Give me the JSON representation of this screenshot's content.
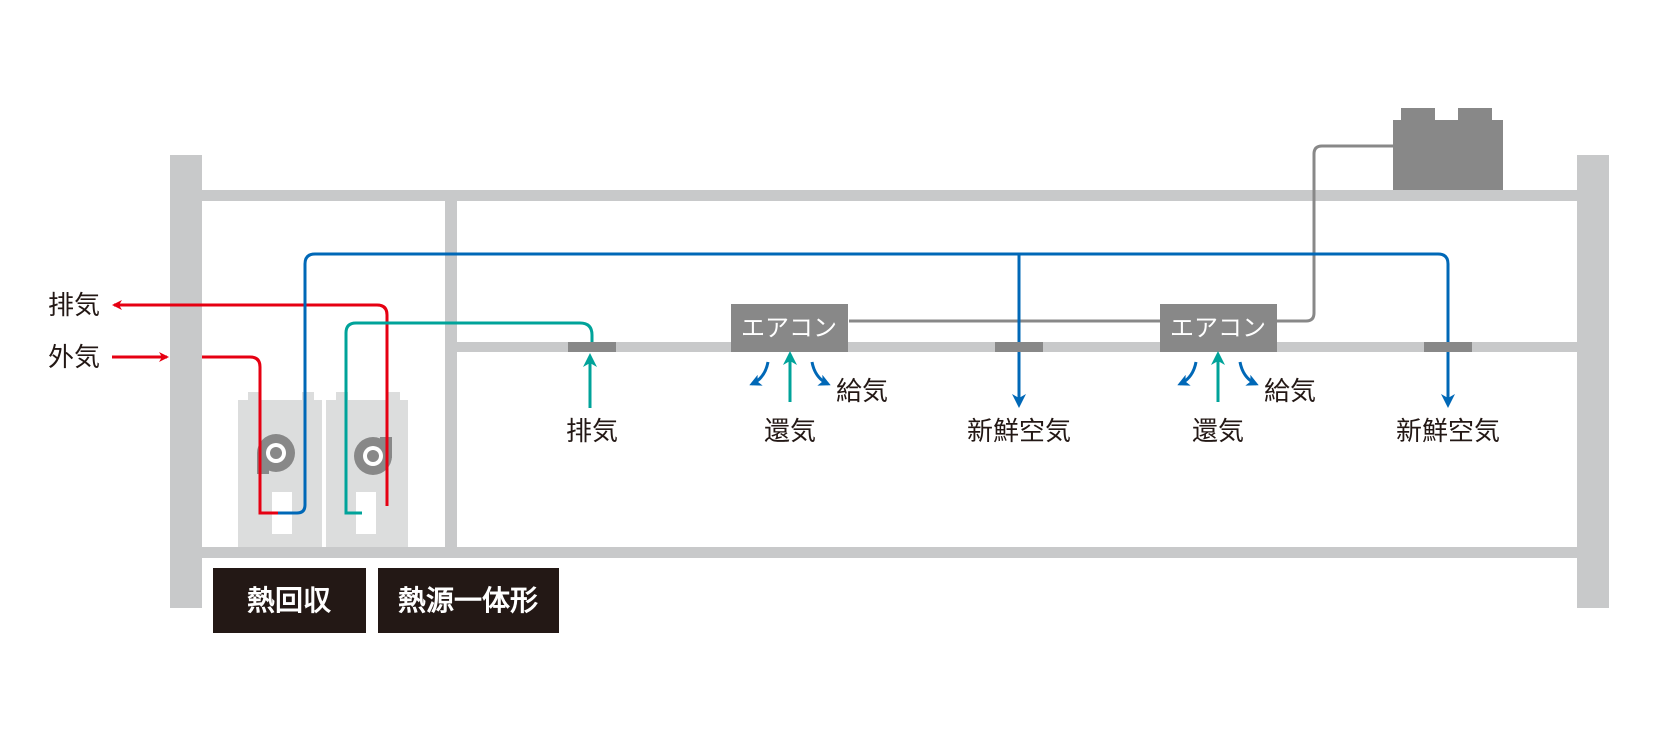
{
  "colors": {
    "structure": "#c8c9ca",
    "equipment": "#888888",
    "unit_box": "#dcdddd",
    "exhaust": "#e60012",
    "return": "#00a39a",
    "fresh": "#0068b7",
    "tag_bg": "#231815",
    "text": "#231815"
  },
  "labels": {
    "exhaust_left": "排気",
    "outdoor_air": "外気",
    "exhaust_outlet": "排気",
    "aircon_1": "エアコン",
    "aircon_2": "エアコン",
    "return_1": "還気",
    "supply_1": "給気",
    "return_2": "還気",
    "supply_2": "給気",
    "fresh_1": "新鮮空気",
    "fresh_2": "新鮮空気"
  },
  "tags": {
    "heat_recovery": "熱回収",
    "heat_source_integrated": "熱源一体形"
  },
  "icons": [
    "blower-fan-icon",
    "blower-fan-icon",
    "outdoor-unit-icon"
  ]
}
